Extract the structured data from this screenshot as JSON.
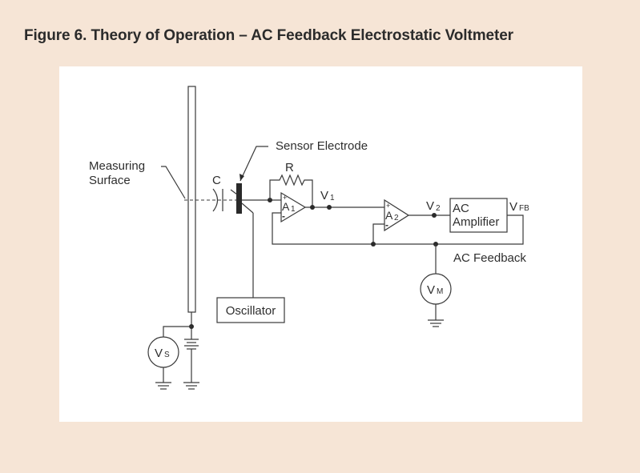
{
  "figure": {
    "title": "Figure 6. Theory of Operation – AC Feedback Electrostatic Voltmeter"
  },
  "diagram": {
    "measuring_surface_line1": "Measuring",
    "measuring_surface_line2": "Surface",
    "sensor_electrode": "Sensor Electrode",
    "capacitor": "C",
    "resistor": "R",
    "amp1": "A",
    "amp1_sub": "1",
    "amp2": "A",
    "amp2_sub": "2",
    "v1": "V",
    "v1_sub": "1",
    "v2": "V",
    "v2_sub": "2",
    "ac_amplifier_line1": "AC",
    "ac_amplifier_line2": "Amplifier",
    "vfb": "V",
    "vfb_sub": "FB",
    "ac_feedback": "AC Feedback",
    "oscillator": "Oscillator",
    "vm": "V",
    "vm_sub": "M",
    "vs": "V",
    "vs_sub": "S",
    "plus_sign": "+",
    "minus_sign": "-"
  }
}
